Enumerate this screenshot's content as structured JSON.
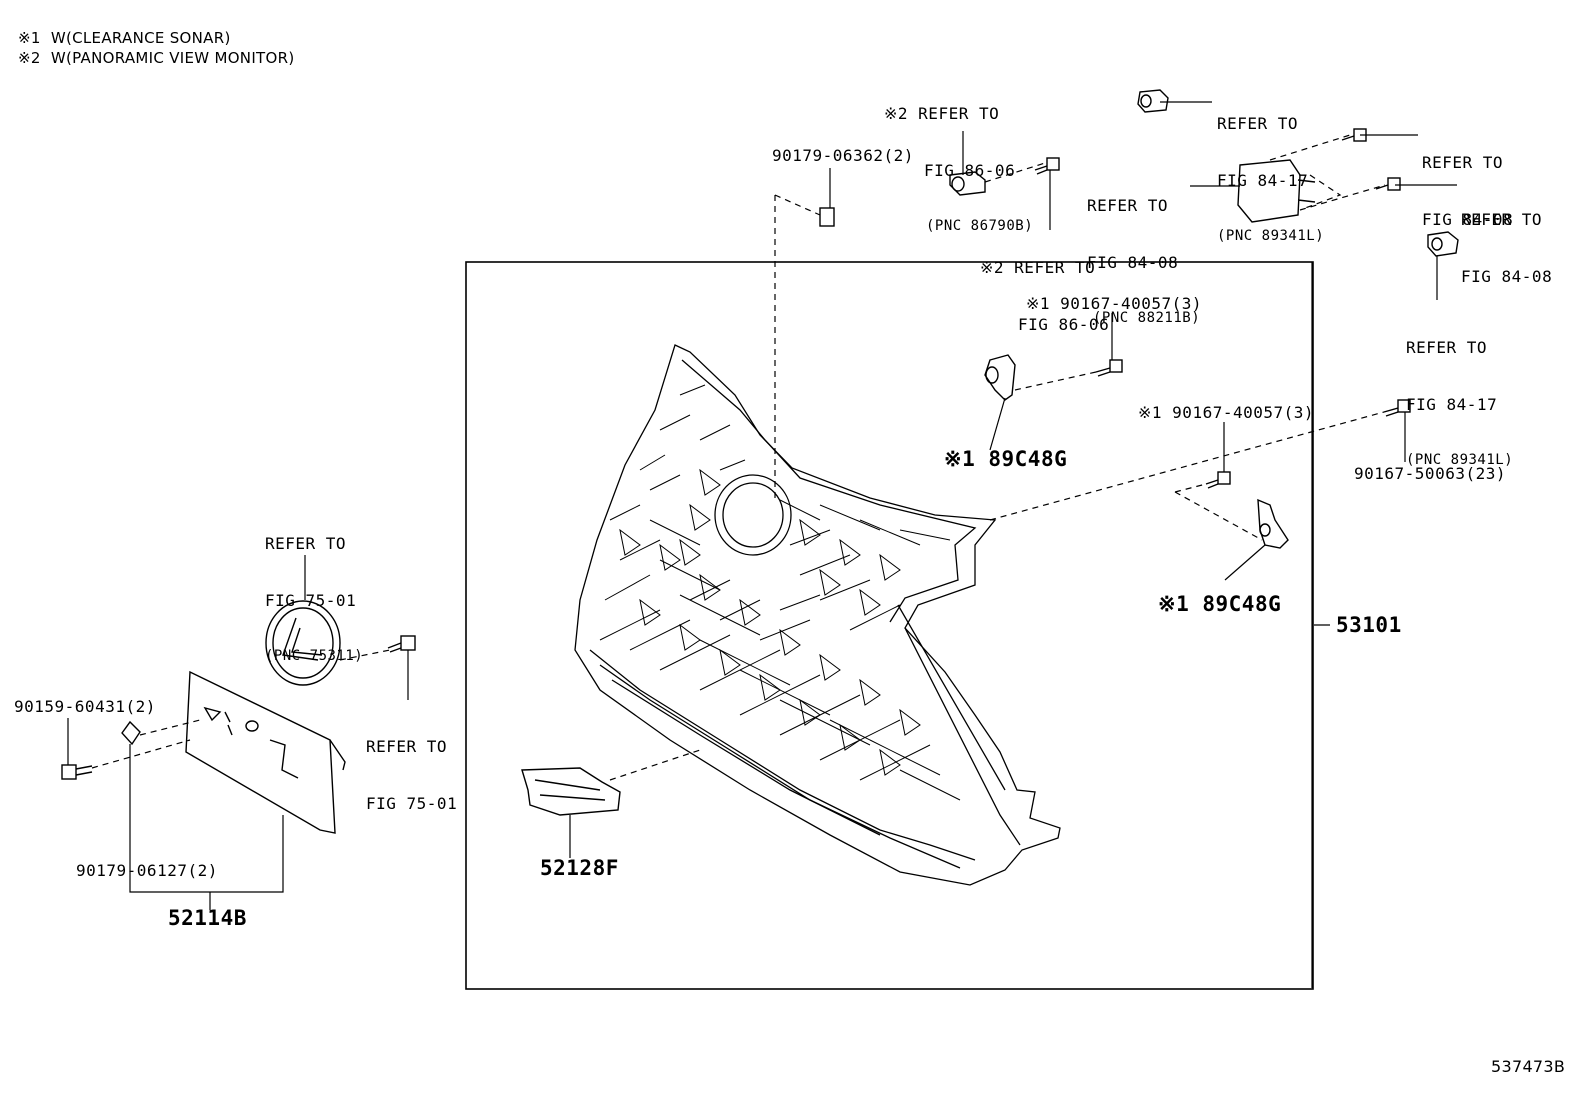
{
  "legend": {
    "note1": "※1  W(CLEARANCE SONAR)",
    "note2": "※2  W(PANORAMIC VIEW MONITOR)"
  },
  "callouts": {
    "c_86790b": [
      "※2 REFER TO",
      "FIG 86-06",
      "(PNC 86790B)"
    ],
    "c_90179_06362": "90179-06362(2)",
    "c_86_06_lower": [
      "※2 REFER TO",
      "FIG 86-06"
    ],
    "c_89341l_top": [
      "REFER TO",
      "FIG 84-17",
      "(PNC 89341L)"
    ],
    "c_84_08_a": [
      "REFER TO",
      "FIG 84-08"
    ],
    "c_88211b": [
      "REFER TO",
      "FIG 84-08",
      "(PNC 88211B)"
    ],
    "c_84_08_b": [
      "REFER TO",
      "FIG 84-08"
    ],
    "c_89341l_right": [
      "REFER TO",
      "FIG 84-17",
      "(PNC 89341L)"
    ],
    "c_90167_40057_a": "※1 90167-40057(3)",
    "c_89c48g_a": "※1 89C48G",
    "c_90167_40057_b": "※1 90167-40057(3)",
    "c_90167_50063": "90167-50063(23)",
    "c_89c48g_b": "※1 89C48G",
    "c_53101": "53101",
    "c_75311": [
      "REFER TO",
      "FIG 75-01",
      "(PNC 75311)"
    ],
    "c_75_01_bolt": [
      "REFER TO",
      "FIG 75-01"
    ],
    "c_90159_60431": "90159-60431(2)",
    "c_90179_06127": "90179-06127(2)",
    "c_52114b": "52114B",
    "c_52128f": "52128F"
  },
  "footer": {
    "illustration_id": "537473B"
  }
}
